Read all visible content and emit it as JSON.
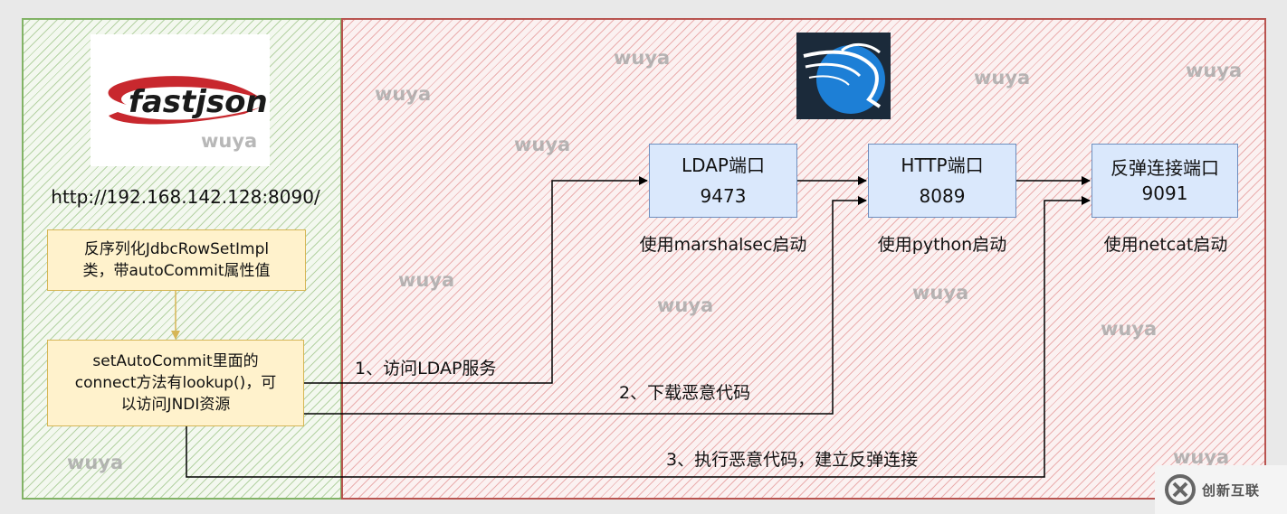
{
  "logo": {
    "text": "fastjson"
  },
  "url": "http://192.168.142.128:8090/",
  "notes": {
    "deserialize": [
      "反序列化JdbcRowSetImpl",
      "类，带autoCommit属性值"
    ],
    "lookup": [
      "setAutoCommit里面的",
      "connect方法有lookup()，可",
      "以访问JNDI资源"
    ]
  },
  "ports": [
    {
      "name": "LDAP端口",
      "number": "9473",
      "caption": "使用marshalsec启动"
    },
    {
      "name": "HTTP端口",
      "number": "8089",
      "caption": "使用python启动"
    },
    {
      "name": "反弹连接端口",
      "number": "9091",
      "caption": "使用netcat启动"
    }
  ],
  "edges": {
    "step1": "1、访问LDAP服务",
    "step2": "2、下载恶意代码",
    "step3": "3、执行恶意代码，建立反弹连接"
  },
  "watermark": "wuya",
  "corner_logo": {
    "text": "创新互联"
  },
  "colors": {
    "green_zone": "#82b366",
    "red_zone": "#b85450",
    "note_fill": "#fff2cc",
    "note_border": "#d6b656",
    "port_fill": "#dae8fc",
    "port_border": "#6c8ebf"
  }
}
